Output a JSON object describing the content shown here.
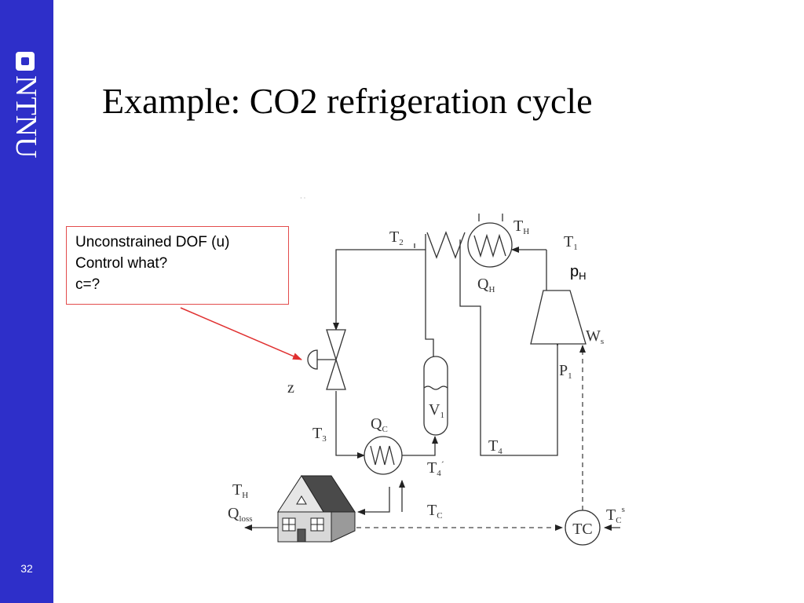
{
  "sidebar": {
    "logo_text": "NTNU",
    "slide_number": "32",
    "color": "#2e2fc9"
  },
  "title": "Example: CO2 refrigeration cycle",
  "callout": {
    "line1": "Unconstrained DOF (u)",
    "line2": "Control what?",
    "line3": "c=?",
    "border_color": "#e34c4c"
  },
  "diagram": {
    "labels": {
      "T2": "T",
      "T2_sub": "2",
      "TH_top": "T",
      "TH_top_sub": "H",
      "T1": "T",
      "T1_sub": "1",
      "pH": "p",
      "pH_sub": "H",
      "QH": "Q",
      "QH_sub": "H",
      "Ws": "W",
      "Ws_sub": "s",
      "P1": "P",
      "P1_sub": "1",
      "z": "z",
      "V1": "V",
      "V1_sub": "1",
      "T3": "T",
      "T3_sub": "3",
      "QC": "Q",
      "QC_sub": "C",
      "T4": "T",
      "T4_sub": "4",
      "T4p": "T",
      "T4p_sub": "4",
      "TH_left": "T",
      "TH_left_sub": "H",
      "Qloss": "Q",
      "Qloss_sub": "loss",
      "TC_label": "T",
      "TC_label_sub": "C",
      "TC_controller": "TC",
      "TCs": "T",
      "TCs_sub": "C",
      "TCs_sup": "s"
    }
  }
}
